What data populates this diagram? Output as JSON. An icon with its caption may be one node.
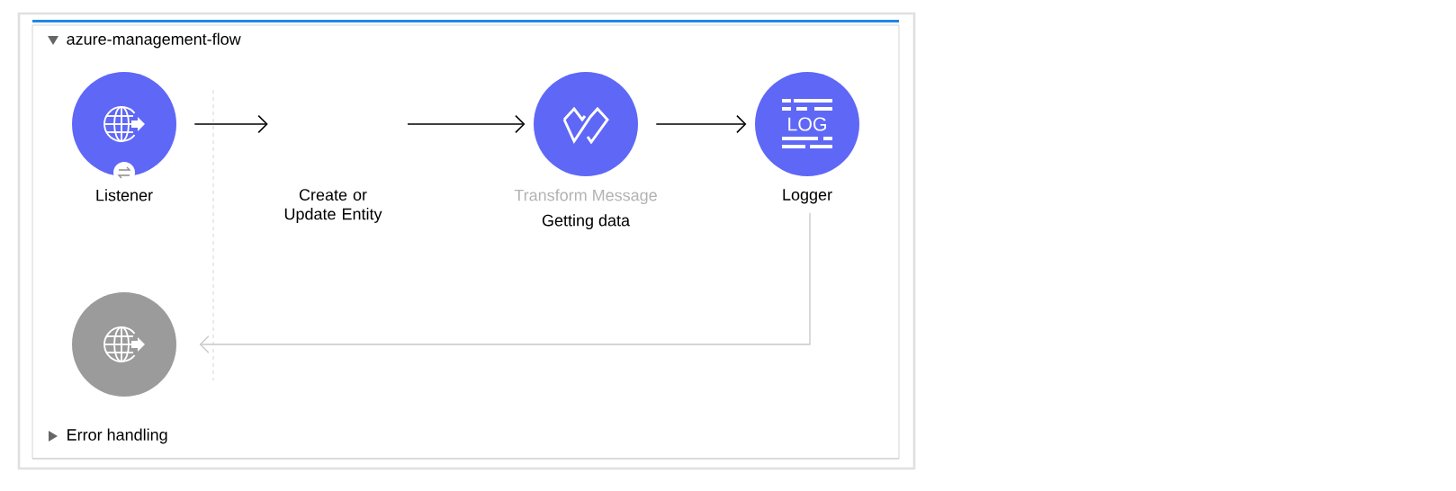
{
  "diagram": {
    "nodes": [
      {
        "text": [
          "azure-management-flow"
        ]
      },
      {
        "text": [
          "Listener"
        ],
        "in": 0
      },
      {
        "text": [
          "Create or Update Entity"
        ],
        "in": 0
      },
      {
        "text": [
          "Transform Message",
          "Getting data"
        ],
        "in": 0
      },
      {
        "text": [
          "Logger"
        ],
        "in": 0
      },
      {
        "text": [],
        "shape": "circle",
        "in": 0
      }
    ],
    "edges": [
      {
        "from": 1,
        "to": 2,
        "arrow": "to"
      },
      {
        "from": 2,
        "to": 3,
        "arrow": "to"
      },
      {
        "from": 3,
        "to": 4,
        "arrow": "to"
      },
      {
        "from": 4,
        "to": 5,
        "arrow": "to",
        "color": "#c8c8c8"
      }
    ],
    "labels": [
      "LOG",
      "Error handling"
    ]
  }
}
